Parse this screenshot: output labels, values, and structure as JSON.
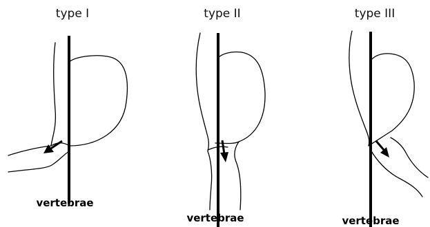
{
  "panels": [
    {
      "title": "type I",
      "label": "vertebrae"
    },
    {
      "title": "type II",
      "label": "vertebrae"
    },
    {
      "title": "type III",
      "label": "vertebrae"
    }
  ]
}
